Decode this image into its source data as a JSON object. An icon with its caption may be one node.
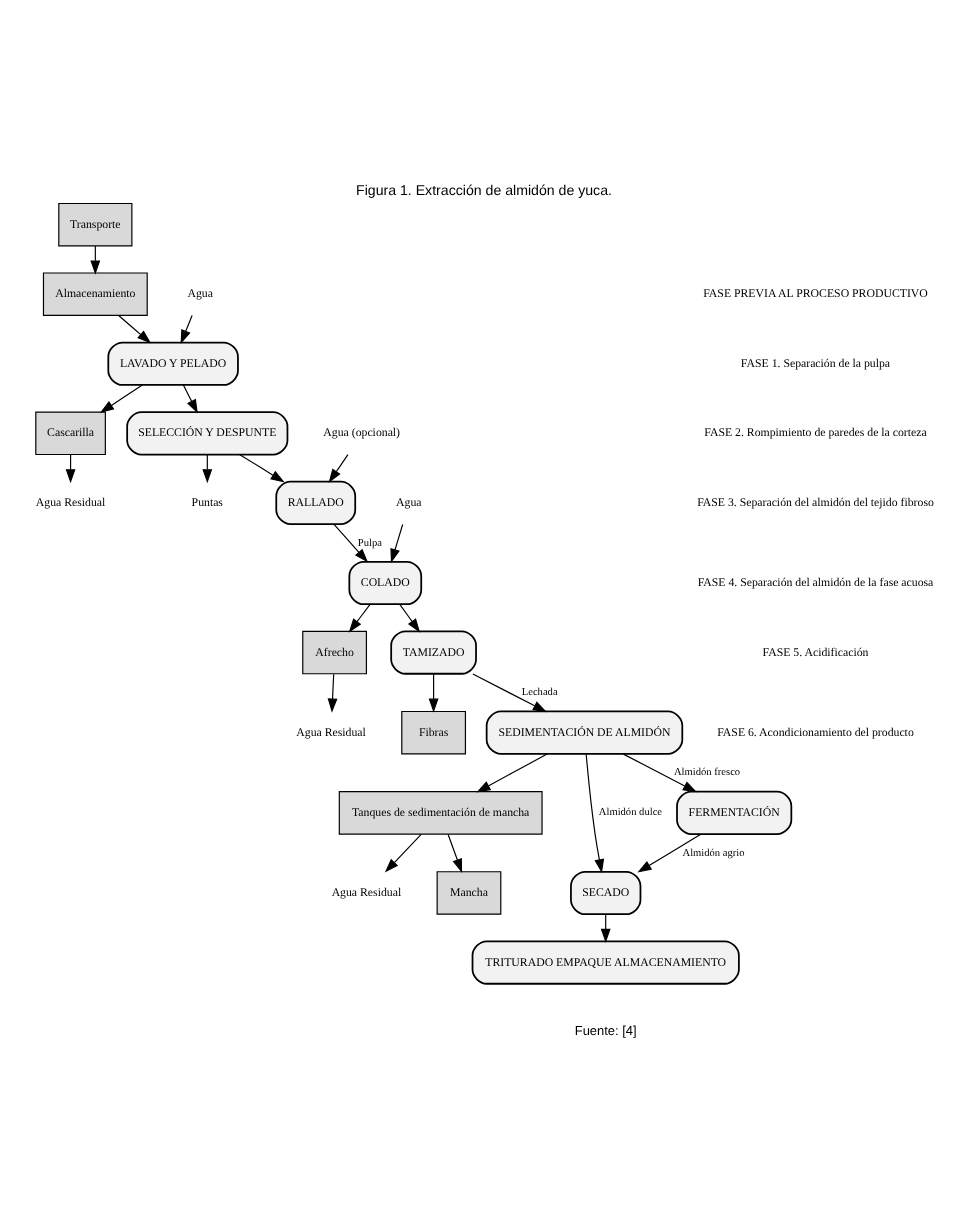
{
  "diagram": {
    "title": "Figura 1. Extracción de almidón de yuca.",
    "caption": "Fuente: [4]",
    "nodes": [
      {
        "text": [
          "Transporte"
        ]
      },
      {
        "text": [
          "Almacenamiento"
        ]
      },
      {
        "text": [
          "LAVADO Y PELADO"
        ]
      },
      {
        "text": [
          "Agua"
        ]
      },
      {
        "text": [
          "Cascarilla"
        ]
      },
      {
        "text": [
          "Agua Residual"
        ]
      },
      {
        "text": [
          "SELECCIÓN Y DESPUNTE"
        ]
      },
      {
        "text": [
          "Puntas"
        ]
      },
      {
        "text": [
          "RALLADO"
        ]
      },
      {
        "text": [
          "Agua (opcional)"
        ]
      },
      {
        "text": [
          "COLADO"
        ]
      },
      {
        "text": [
          "Agua"
        ]
      },
      {
        "text": [
          "Afrecho"
        ]
      },
      {
        "text": [
          "Agua Residual"
        ]
      },
      {
        "text": [
          "TAMIZADO"
        ]
      },
      {
        "text": [
          "Fibras"
        ]
      },
      {
        "text": [
          "SEDIMENTACIÓN DE ALMIDÓN"
        ]
      },
      {
        "text": [
          "Tanques de sedimentación de mancha"
        ]
      },
      {
        "text": [
          "Agua Residual"
        ]
      },
      {
        "text": [
          "Mancha"
        ]
      },
      {
        "text": [
          "FERMENTACIÓN"
        ]
      },
      {
        "text": [
          "SECADO"
        ]
      },
      {
        "text": [
          "TRITURADO EMPAQUE ALMACENAMIENTO"
        ]
      }
    ],
    "edges": [
      {
        "from": 0,
        "to": 1,
        "arrow": "to"
      },
      {
        "from": 1,
        "to": 2,
        "arrow": "to"
      },
      {
        "from": 3,
        "to": 2,
        "arrow": "to"
      },
      {
        "from": 2,
        "to": 4,
        "arrow": "to"
      },
      {
        "from": 4,
        "to": 5,
        "arrow": "to"
      },
      {
        "from": 2,
        "to": 6,
        "arrow": "to"
      },
      {
        "from": 6,
        "to": 7,
        "arrow": "to"
      },
      {
        "from": 6,
        "to": 8,
        "arrow": "to"
      },
      {
        "from": 9,
        "to": 8,
        "arrow": "to"
      },
      {
        "from": 8,
        "to": 10,
        "label": "Pulpa",
        "arrow": "to"
      },
      {
        "from": 11,
        "to": 10,
        "arrow": "to"
      },
      {
        "from": 10,
        "to": 12,
        "arrow": "to"
      },
      {
        "from": 12,
        "to": 13,
        "arrow": "to"
      },
      {
        "from": 10,
        "to": 14,
        "arrow": "to"
      },
      {
        "from": 14,
        "to": 15,
        "arrow": "to"
      },
      {
        "from": 14,
        "to": 16,
        "label": "Lechada",
        "arrow": "to"
      },
      {
        "from": 16,
        "to": 17,
        "arrow": "to"
      },
      {
        "from": 17,
        "to": 18,
        "arrow": "to"
      },
      {
        "from": 17,
        "to": 19,
        "arrow": "to"
      },
      {
        "from": 16,
        "to": 20,
        "label": "Almidón fresco",
        "arrow": "to"
      },
      {
        "from": 16,
        "to": 21,
        "label": "Almidón dulce",
        "arrow": "to"
      },
      {
        "from": 20,
        "to": 21,
        "label": "Almidón agrio",
        "arrow": "to"
      },
      {
        "from": 21,
        "to": 22,
        "arrow": "to"
      }
    ],
    "labels": [
      "FASE PREVIA AL PROCESO PRODUCTIVO",
      "FASE 1. Separación de la pulpa",
      "FASE 2. Rompimiento de paredes de la corteza",
      "FASE 3. Separación del almidón del tejido fibroso",
      "FASE 4. Separación del almidón de la fase acuosa",
      "FASE 5. Acidificación",
      "FASE 6. Acondicionamiento del producto"
    ]
  }
}
